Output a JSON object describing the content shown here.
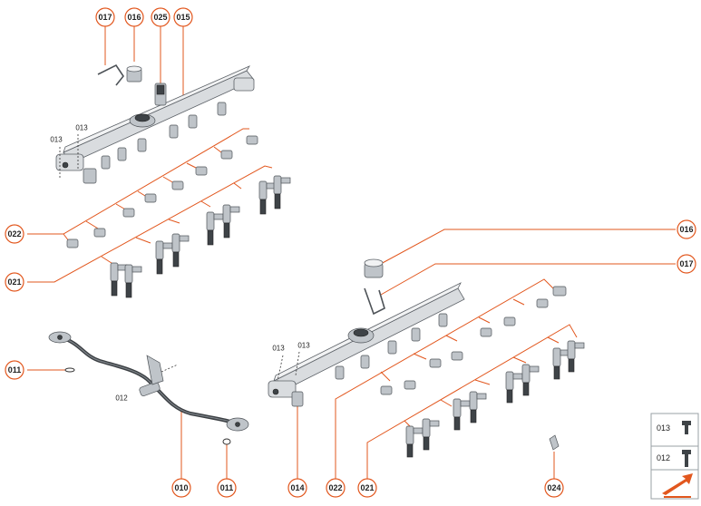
{
  "colors": {
    "accent": "#e2571e",
    "text": "#222222",
    "part_stroke": "#4e5358"
  },
  "callouts": {
    "c017_top": "017",
    "c016_top": "016",
    "c025_top": "025",
    "c015_top": "015",
    "c022_left": "022",
    "c021_left": "021",
    "c011_left": "011",
    "c016_right": "016",
    "c017_right": "017",
    "c010_bottom": "010",
    "c011_bottom": "011",
    "c014_bottom": "014",
    "c022_bottom": "022",
    "c021_bottom": "021",
    "c024_bottom": "024"
  },
  "small_labels": {
    "l013_a": "013",
    "l013_b": "013",
    "l013_c": "013",
    "l013_d": "013",
    "l012": "012"
  },
  "legend": {
    "item_013": "013",
    "item_012": "012",
    "nav_icon": "arrow-icon"
  }
}
